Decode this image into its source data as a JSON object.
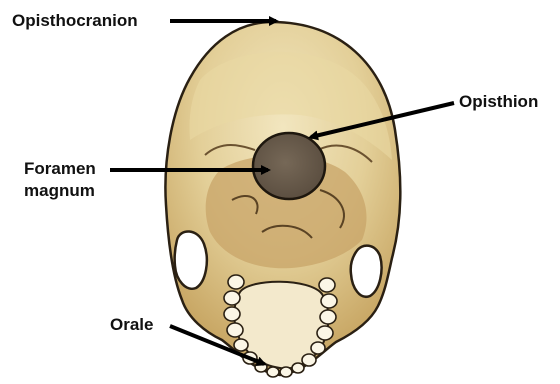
{
  "figure": {
    "labels": {
      "opisthocranion": "Opisthocranion",
      "opisthion": "Opisthion",
      "foramen_magnum_line1": "Foramen",
      "foramen_magnum_line2": "magnum",
      "orale": "Orale"
    }
  }
}
